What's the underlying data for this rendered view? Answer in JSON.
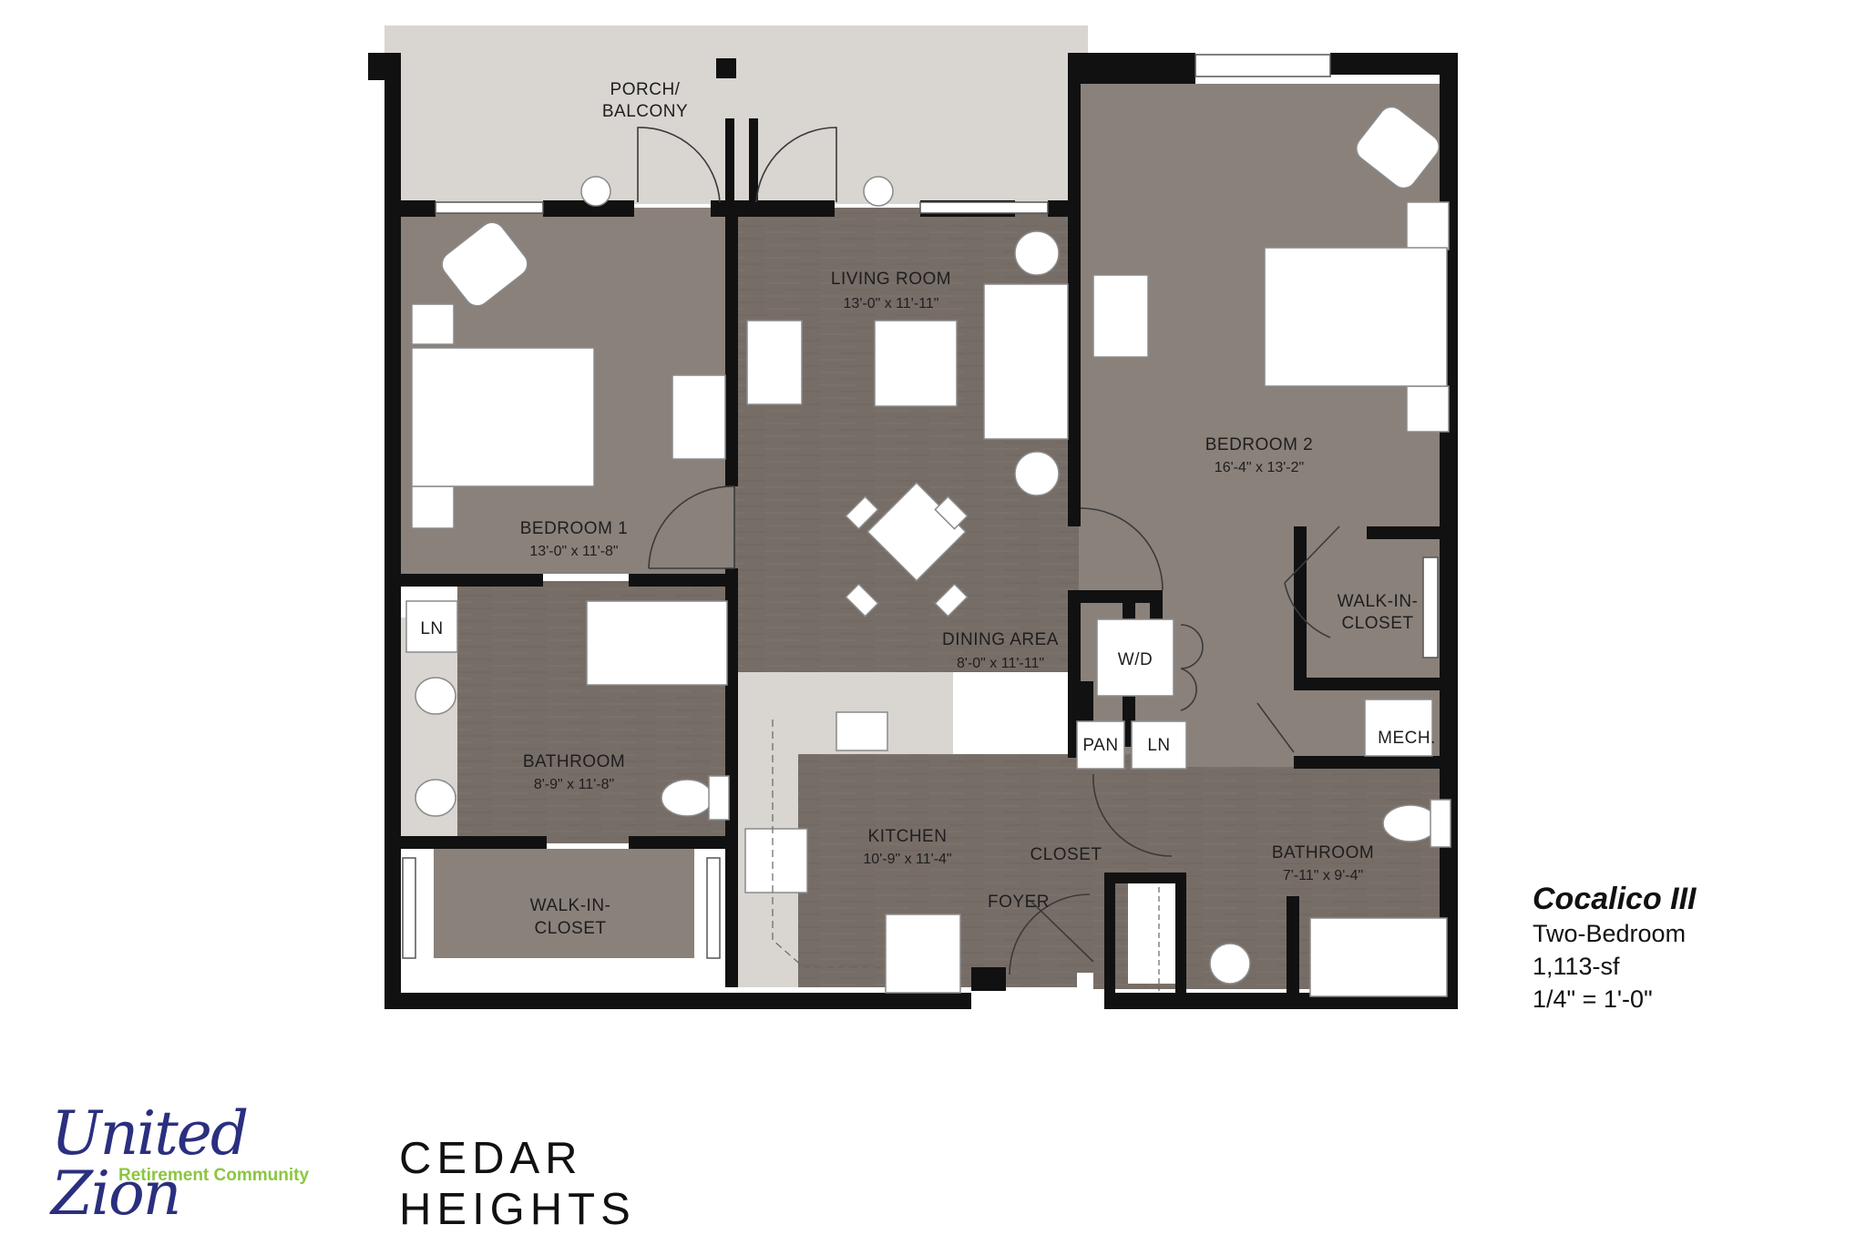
{
  "rooms": {
    "porch": {
      "name": "PORCH/",
      "name2": "BALCONY"
    },
    "living": {
      "name": "LIVING ROOM",
      "dim": "13'-0\" x 11'-11\""
    },
    "bedroom1": {
      "name": "BEDROOM 1",
      "dim": "13'-0\" x 11'-8\""
    },
    "bedroom2": {
      "name": "BEDROOM 2",
      "dim": "16'-4\" x 13'-2\""
    },
    "dining": {
      "name": "DINING AREA",
      "dim": "8'-0\" x 11'-11\""
    },
    "bath1": {
      "name": "BATHROOM",
      "dim": "8'-9\" x 11'-8\""
    },
    "bath2": {
      "name": "BATHROOM",
      "dim": "7'-11\" x 9'-4\""
    },
    "kitchen": {
      "name": "KITCHEN",
      "dim": "10'-9\" x 11'-4\""
    },
    "walkin1": {
      "name": "WALK-IN-",
      "name2": "CLOSET"
    },
    "walkin2": {
      "name": "WALK-IN-",
      "name2": "CLOSET"
    },
    "closet": {
      "name": "CLOSET"
    },
    "foyer": {
      "name": "FOYER"
    },
    "wd": {
      "name": "W/D"
    },
    "pan": {
      "name": "PAN"
    },
    "ln1": {
      "name": "LN"
    },
    "ln2": {
      "name": "LN"
    },
    "mech": {
      "name": "MECH."
    }
  },
  "info": {
    "name": "Cocalico III",
    "type": "Two-Bedroom",
    "area": "1,113-sf",
    "scale": "1/4\" = 1'-0\""
  },
  "brand": {
    "script": "United Zion",
    "sub": "Retirement Community",
    "name": "CEDAR HEIGHTS"
  },
  "colors": {
    "carpet": "#8a817b",
    "wood": "#776d67",
    "tile": "#d9d5d0",
    "wall": "#111111",
    "brand_blue": "#2a2f7f",
    "brand_green": "#8cc63f"
  }
}
